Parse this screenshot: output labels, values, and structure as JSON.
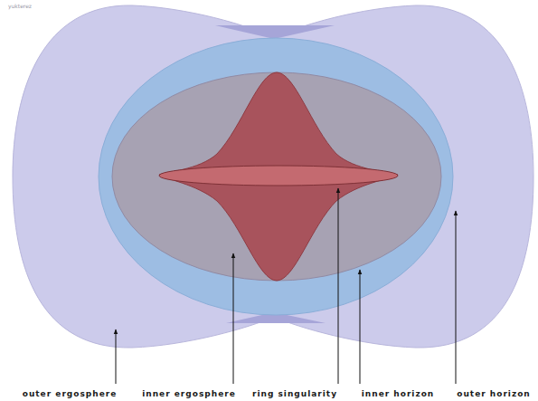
{
  "diagram": {
    "labels": [
      "yukterez",
      "outer ergosphere",
      "inner ergosphere",
      "ring singularity",
      "inner horizon",
      "outer horizon"
    ]
  }
}
